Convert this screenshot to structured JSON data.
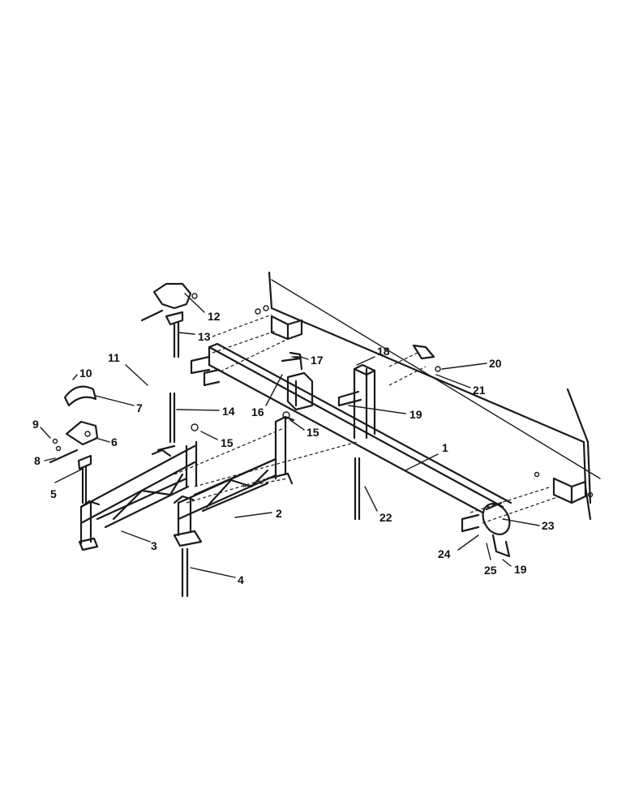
{
  "labels": [
    {
      "id": "1",
      "text": "1"
    },
    {
      "id": "2",
      "text": "2"
    },
    {
      "id": "3",
      "text": "3"
    },
    {
      "id": "4",
      "text": "4"
    },
    {
      "id": "5",
      "text": "5"
    },
    {
      "id": "6",
      "text": "6"
    },
    {
      "id": "7",
      "text": "7"
    },
    {
      "id": "8",
      "text": "8"
    },
    {
      "id": "9",
      "text": "9"
    },
    {
      "id": "10",
      "text": "10"
    },
    {
      "id": "11",
      "text": "11"
    },
    {
      "id": "12",
      "text": "12"
    },
    {
      "id": "13",
      "text": "13"
    },
    {
      "id": "14",
      "text": "14"
    },
    {
      "id": "15a",
      "text": "15"
    },
    {
      "id": "15b",
      "text": "15"
    },
    {
      "id": "16",
      "text": "16"
    },
    {
      "id": "17",
      "text": "17"
    },
    {
      "id": "18",
      "text": "18"
    },
    {
      "id": "19a",
      "text": "19"
    },
    {
      "id": "19b",
      "text": "19"
    },
    {
      "id": "20",
      "text": "20"
    },
    {
      "id": "21",
      "text": "21"
    },
    {
      "id": "22",
      "text": "22"
    },
    {
      "id": "23",
      "text": "23"
    },
    {
      "id": "24",
      "text": "24"
    },
    {
      "id": "25",
      "text": "25"
    }
  ]
}
